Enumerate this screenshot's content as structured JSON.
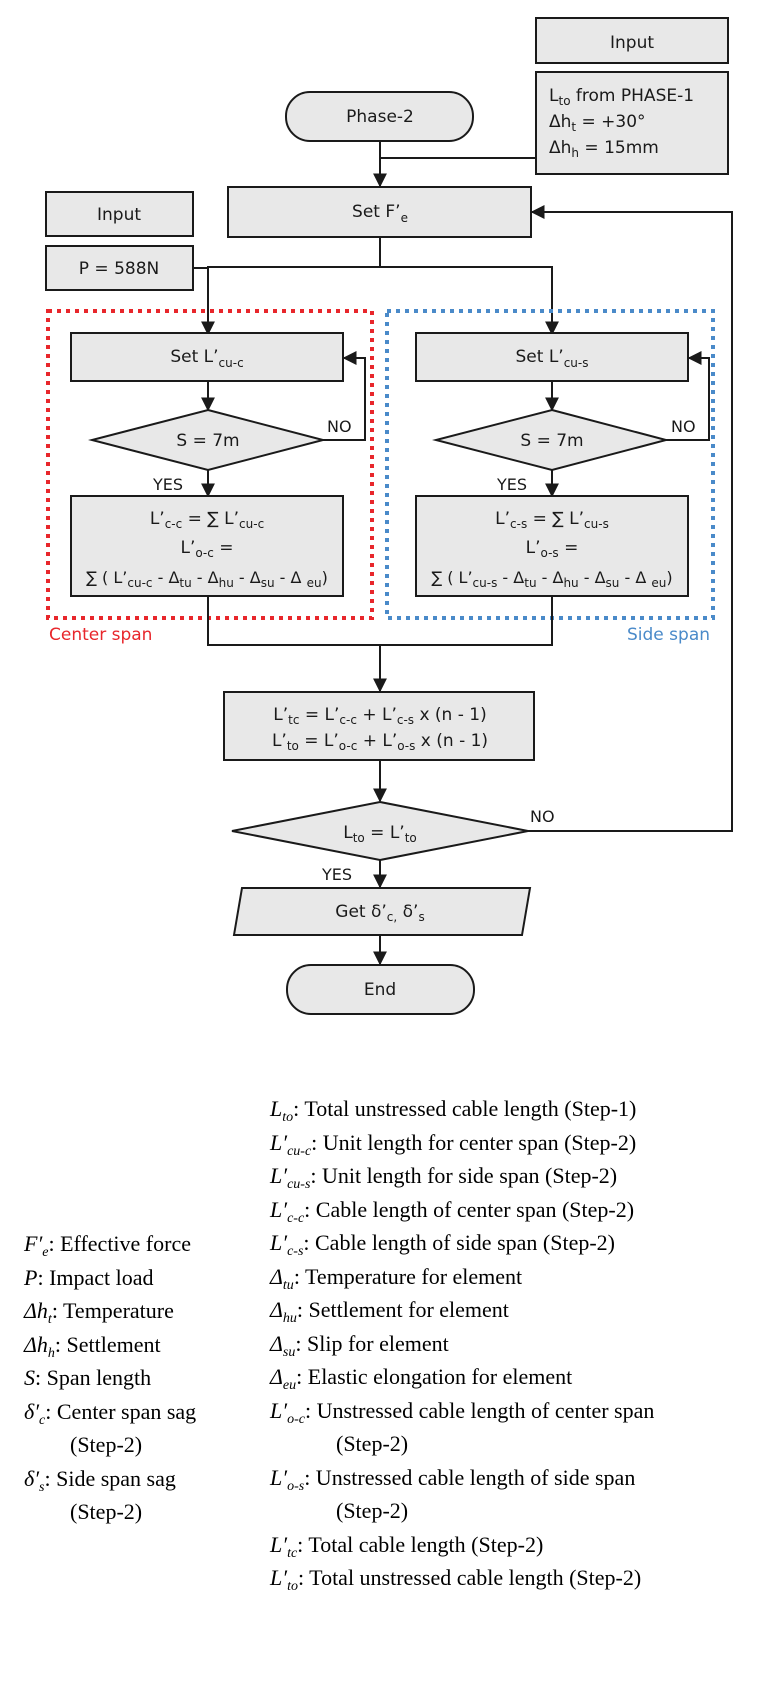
{
  "colors": {
    "box_fill": "#e8e8e8",
    "stroke": "#1a1a1a",
    "center_span": "#e8262b",
    "side_span": "#4a8ac9"
  },
  "flowchart": {
    "start": "Phase-2",
    "input_top": {
      "title": "Input",
      "lines": [
        {
          "main": "L",
          "sub": "to",
          "rest": " from PHASE-1"
        },
        {
          "main": "Δh",
          "sub": "t",
          "rest": " = +30°"
        },
        {
          "main": "Δh",
          "sub": "h",
          "rest": " = 15mm"
        }
      ]
    },
    "input_left": {
      "title": "Input",
      "value": "P = 588N"
    },
    "set_fe": {
      "main": "Set F’",
      "sub": "e"
    },
    "center": {
      "label": "Center span",
      "set": {
        "main": "Set L’",
        "sub": "cu-c"
      },
      "decision": "S = 7m",
      "yes": "YES",
      "no": "NO",
      "calc": {
        "l1a": "L’",
        "l1b": "c-c",
        "l1c": " = ∑ L’",
        "l1d": "cu-c",
        "l2a": "L’",
        "l2b": "o-c",
        "l2c": " =",
        "l3": [
          "∑ ( L’",
          "cu-c",
          " - Δ",
          "tu",
          " - Δ",
          "hu",
          " - Δ",
          "su",
          " - Δ ",
          "eu",
          ")"
        ]
      }
    },
    "side": {
      "label": "Side span",
      "set": {
        "main": "Set L’",
        "sub": "cu-s"
      },
      "decision": "S = 7m",
      "yes": "YES",
      "no": "NO",
      "calc": {
        "l1a": "L’",
        "l1b": "c-s",
        "l1c": " = ∑ L’",
        "l1d": "cu-s",
        "l2a": "L’",
        "l2b": "o-s",
        "l2c": " =",
        "l3": [
          "∑ ( L’",
          "cu-s",
          " - Δ",
          "tu",
          " - Δ",
          "hu",
          " - Δ",
          "su",
          " - Δ ",
          "eu",
          ")"
        ]
      }
    },
    "total": {
      "line1": [
        "L’",
        "tc",
        " = L’",
        "c-c",
        " + L’",
        "c-s",
        " x (n - 1)"
      ],
      "line2": [
        "L’",
        "to",
        " = L’",
        "o-c",
        " + L’",
        "o-s",
        " x (n - 1)"
      ]
    },
    "check": {
      "parts": [
        "L",
        "to",
        " = L’",
        "to"
      ],
      "yes": "YES",
      "no": "NO"
    },
    "output": {
      "parts": [
        "Get δ’",
        "c,",
        " δ’",
        "s"
      ]
    },
    "end": "End"
  },
  "legend_left": [
    {
      "sym": "F′",
      "sub": "e",
      "desc": ": Effective force"
    },
    {
      "sym": "P",
      "sub": "",
      "desc": ": Impact load"
    },
    {
      "sym": "Δh",
      "sub": "t",
      "desc": ": Temperature"
    },
    {
      "sym": "Δh",
      "sub": "h",
      "desc": ": Settlement"
    },
    {
      "sym": "S",
      "sub": "",
      "desc": ": Span length"
    },
    {
      "sym": "δ′",
      "sub": "c",
      "desc": ": Center span sag",
      "cont": "(Step-2)"
    },
    {
      "sym": "δ′",
      "sub": "s",
      "desc": ": Side span sag",
      "cont": "(Step-2)"
    }
  ],
  "legend_right": [
    {
      "sym": "L",
      "sub": "to",
      "desc": ": Total unstressed cable length (Step-1)"
    },
    {
      "sym": "L′",
      "sub": "cu-c",
      "desc": ": Unit length for center span (Step-2)"
    },
    {
      "sym": "L′",
      "sub": "cu-s",
      "desc": ": Unit length for side span (Step-2)"
    },
    {
      "sym": "L′",
      "sub": "c-c",
      "desc": ": Cable length of center span (Step-2)"
    },
    {
      "sym": "L′",
      "sub": "c-s",
      "desc": ": Cable length of side span (Step-2)"
    },
    {
      "sym": "Δ",
      "sub": "tu",
      "desc": ": Temperature for element"
    },
    {
      "sym": "Δ",
      "sub": "hu",
      "desc": ": Settlement for element"
    },
    {
      "sym": "Δ",
      "sub": "su",
      "desc": ": Slip for element"
    },
    {
      "sym": "Δ",
      "sub": "eu",
      "desc": ": Elastic elongation for element"
    },
    {
      "sym": "L′",
      "sub": "o-c",
      "desc": ": Unstressed cable length of center span",
      "cont": "(Step-2)"
    },
    {
      "sym": "L′",
      "sub": "o-s",
      "desc": ": Unstressed cable length of side span",
      "cont": "(Step-2)"
    },
    {
      "sym": "L′",
      "sub": "tc",
      "desc": ": Total cable length (Step-2)"
    },
    {
      "sym": "L′",
      "sub": "to",
      "desc": ": Total unstressed cable length (Step-2)"
    }
  ]
}
